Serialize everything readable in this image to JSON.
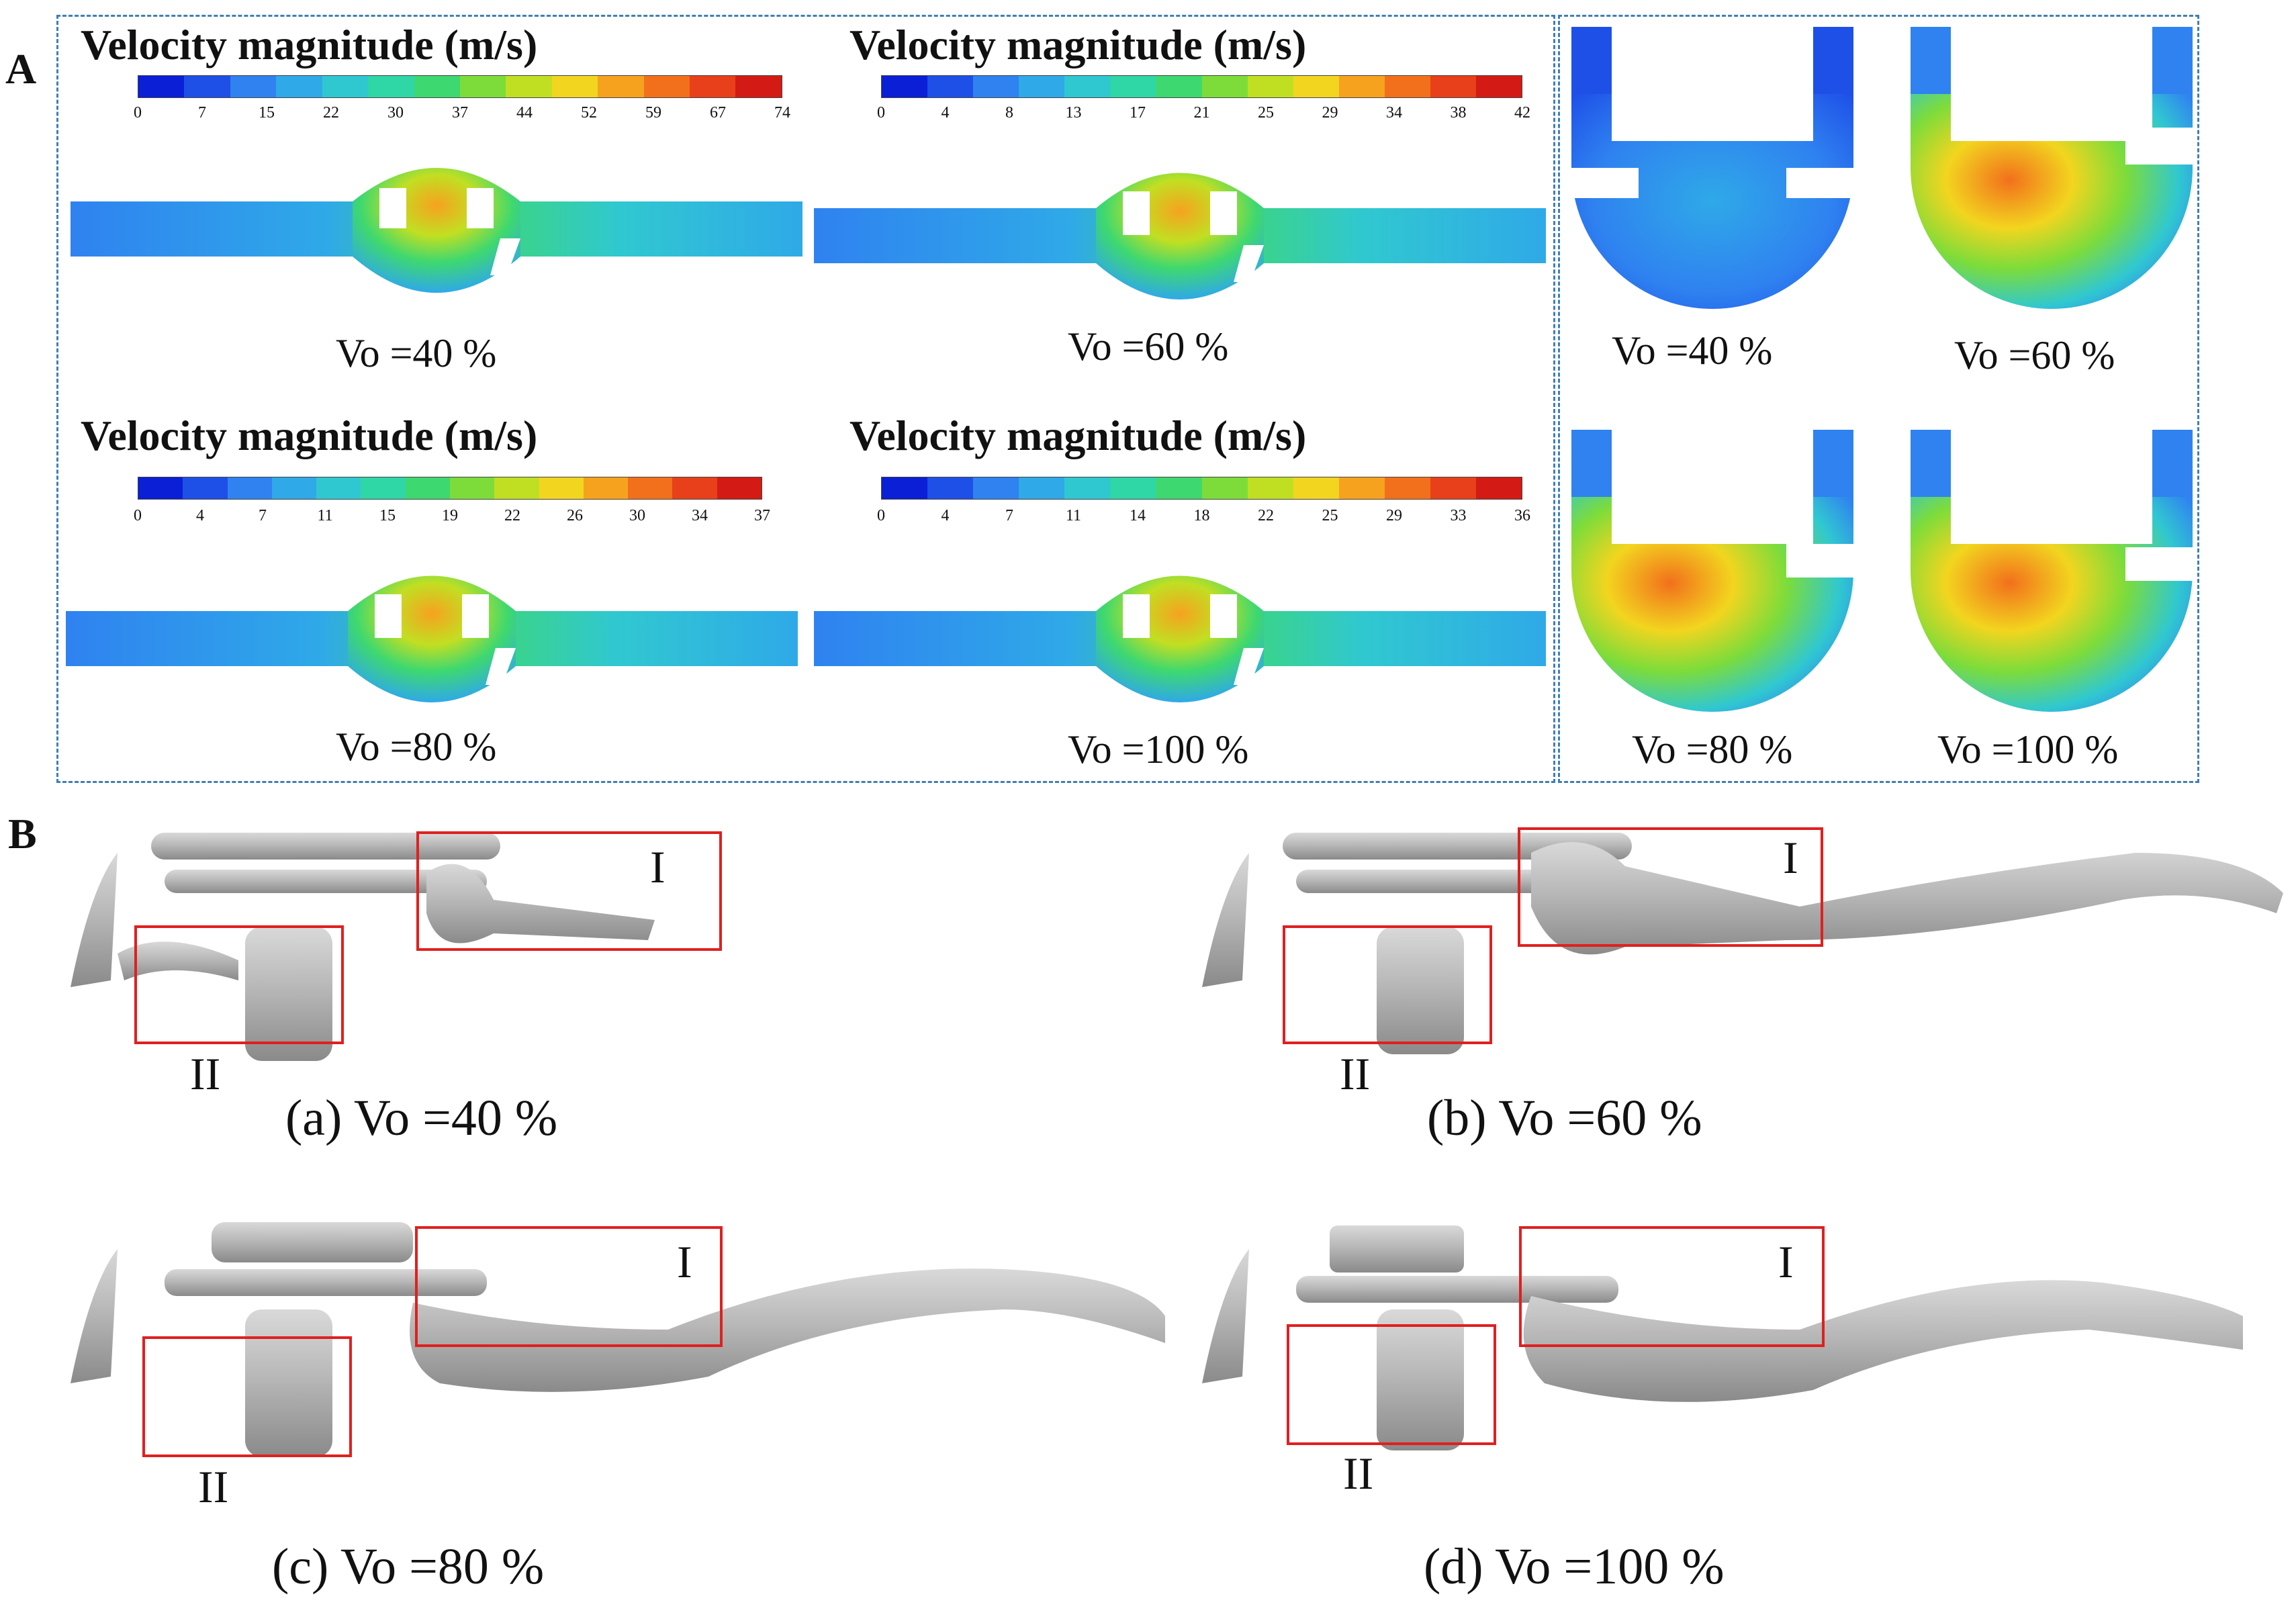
{
  "panels": {
    "A": "A",
    "B": "B"
  },
  "colorbar_title": "Velocity magnitude (m/s)",
  "colorbar_colors": [
    "#0a1fd6",
    "#1e50e8",
    "#2f82f0",
    "#2fa9e8",
    "#30c8d0",
    "#2fd6a6",
    "#3ed870",
    "#7ddc3a",
    "#c1df22",
    "#f2d51f",
    "#f6a21f",
    "#f2701c",
    "#e8401a",
    "#d41a14"
  ],
  "colorbars": [
    {
      "ticks": [
        "0",
        "7",
        "15",
        "22",
        "30",
        "37",
        "44",
        "52",
        "59",
        "67",
        "74"
      ]
    },
    {
      "ticks": [
        "0",
        "4",
        "8",
        "13",
        "17",
        "21",
        "25",
        "29",
        "34",
        "38",
        "42"
      ]
    },
    {
      "ticks": [
        "0",
        "4",
        "7",
        "11",
        "15",
        "19",
        "22",
        "26",
        "30",
        "34",
        "37"
      ]
    },
    {
      "ticks": [
        "0",
        "4",
        "7",
        "11",
        "14",
        "18",
        "22",
        "25",
        "29",
        "33",
        "36"
      ]
    }
  ],
  "pipe_labels": [
    "Vo =40 %",
    "Vo  =60 %",
    "Vo  =80 %",
    "Vo  =100 %"
  ],
  "zoom_labels": [
    "Vo  =40 %",
    "Vo  =60 %",
    "Vo  =80 %",
    "Vo  =100 %"
  ],
  "iso_labels": [
    "(a) Vo =40 %",
    "(b) Vo =60 %",
    "(c) Vo =80 %",
    "(d) Vo =100 %"
  ],
  "region_labels": {
    "I": "I",
    "II": "II"
  }
}
